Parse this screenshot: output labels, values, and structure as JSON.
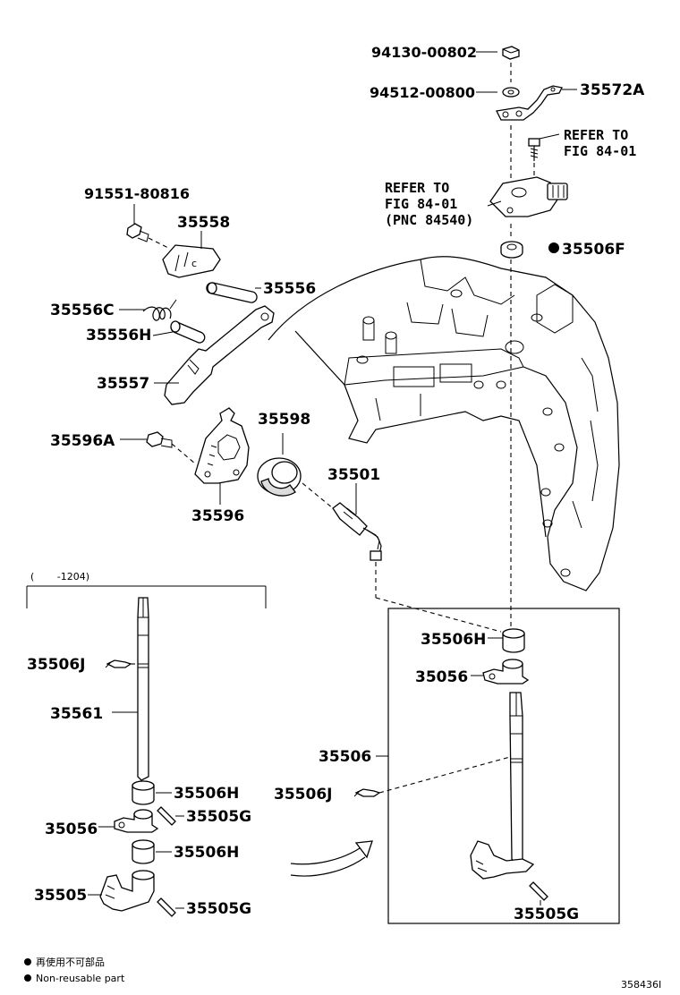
{
  "labels": {
    "p94130": "94130-00802",
    "p94512": "94512-00800",
    "p35572A": "35572A",
    "refer1_l1": "REFER TO",
    "refer1_l2": "FIG 84-01",
    "refer2_l1": "REFER TO",
    "refer2_l2": "FIG 84-01",
    "refer2_l3": "(PNC 84540)",
    "p35506F": "35506F",
    "p91551": "91551-80816",
    "p35558": "35558",
    "p35556": "35556",
    "p35556C": "35556C",
    "p35556H": "35556H",
    "p35557": "35557",
    "p35598": "35598",
    "p35596A": "35596A",
    "p35596": "35596",
    "p35501": "35501",
    "range_note": "(　　 -1204)",
    "p35506J_left": "35506J",
    "p35561": "35561",
    "p35506H_l1": "35506H",
    "p35505G_l1": "35505G",
    "p35056_left": "35056",
    "p35506H_l2": "35506H",
    "p35505": "35505",
    "p35505G_l2": "35505G",
    "p35506H_right": "35506H",
    "p35056_right": "35056",
    "p35506": "35506",
    "p35506J_right": "35506J",
    "p35505G_right": "35505G"
  },
  "legend": {
    "line1": "再使用不可部品",
    "line2": "Non-reusable part"
  },
  "figure_id": "358436I",
  "icons": {
    "non_reusable_marker": "filled-circle"
  }
}
